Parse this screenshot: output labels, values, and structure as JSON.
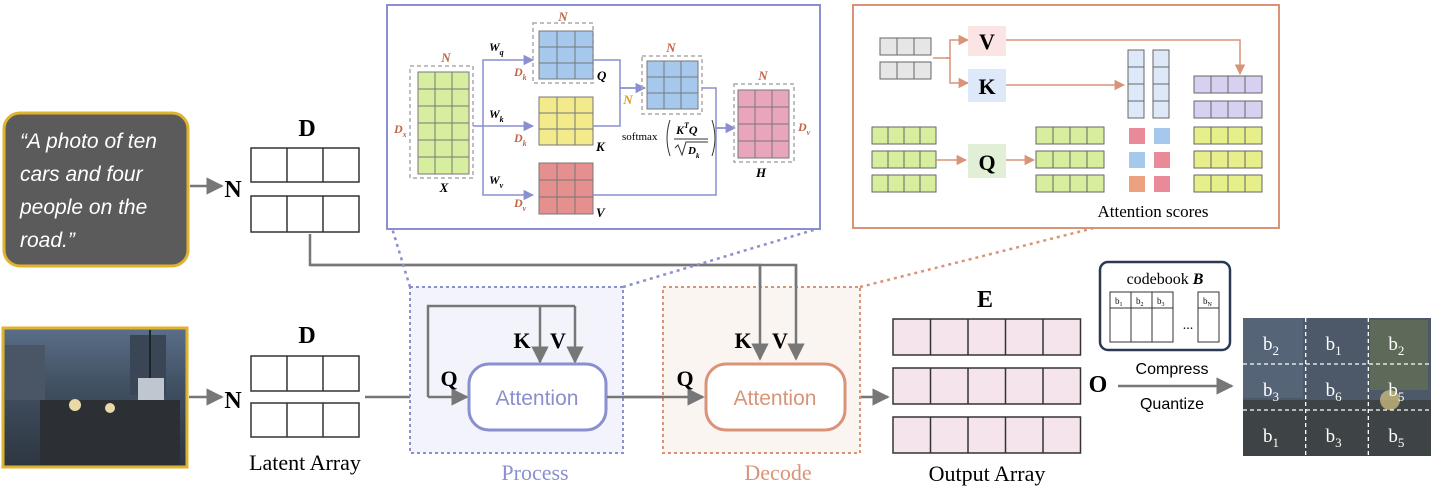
{
  "prompt": {
    "text_lines": [
      "“A photo of ten",
      "cars and four",
      "people on the",
      "road.”"
    ]
  },
  "inputs": {
    "text_dim_d": "D",
    "text_dim_n": "N",
    "latent_dim_d": "D",
    "latent_dim_n": "N",
    "latent_label": "Latent Array"
  },
  "process": {
    "q": "Q",
    "k": "K",
    "v": "V",
    "attention": "Attention",
    "label": "Process"
  },
  "decode": {
    "q": "Q",
    "k": "K",
    "v": "V",
    "attention": "Attention",
    "label": "Decode"
  },
  "output": {
    "dim_e": "E",
    "dim_o": "O",
    "label": "Output Array"
  },
  "codebook": {
    "title": "codebook",
    "title_var": "B",
    "cells": [
      "b",
      "b",
      "b",
      "b"
    ],
    "cell_subs": [
      "1",
      "2",
      "3",
      "N"
    ],
    "ellipsis": "..."
  },
  "compress": {
    "top": "Compress",
    "bottom": "Quantize"
  },
  "quantized_grid": {
    "cells": [
      {
        "base": "b",
        "sub": "2"
      },
      {
        "base": "b",
        "sub": "1"
      },
      {
        "base": "b",
        "sub": "2"
      },
      {
        "base": "b",
        "sub": "3"
      },
      {
        "base": "b",
        "sub": "6"
      },
      {
        "base": "b",
        "sub": "5"
      },
      {
        "base": "b",
        "sub": "1"
      },
      {
        "base": "b",
        "sub": "3"
      },
      {
        "base": "b",
        "sub": "5"
      }
    ]
  },
  "detail_process": {
    "n_labels": [
      "N",
      "N",
      "N",
      "N",
      "N"
    ],
    "dx": "D",
    "dx_sub": "x",
    "dk1": "D",
    "dk1_sub": "k",
    "dk2": "D",
    "dk2_sub": "k",
    "dv": "D",
    "dv_sub": "v",
    "dv_out": "D",
    "dv_out_sub": "v",
    "wq": "W",
    "wq_sub": "q",
    "wk": "W",
    "wk_sub": "k",
    "wv": "W",
    "wv_sub": "v",
    "x": "X",
    "q": "Q",
    "k": "K",
    "v": "V",
    "h": "H",
    "softmax": "softmax",
    "frac_num": "K",
    "frac_num_sup": "T",
    "frac_num2": "Q",
    "frac_den": "D",
    "frac_den_sub": "k"
  },
  "detail_decode": {
    "v": "V",
    "k": "K",
    "q": "Q",
    "scores_label": "Attention scores"
  },
  "colors": {
    "process": "#8a8fcf",
    "decode": "#d99478",
    "prompt_fill": "#5b5b5b",
    "prompt_border": "#e0b32e",
    "green": "#d8ee9f",
    "blue": "#a6c8ec",
    "yellow": "#f3ea8c",
    "red": "#e58f8f",
    "purple": "#d7d0f1",
    "pink": "#f6e4ec",
    "dim": "#c0664a"
  }
}
